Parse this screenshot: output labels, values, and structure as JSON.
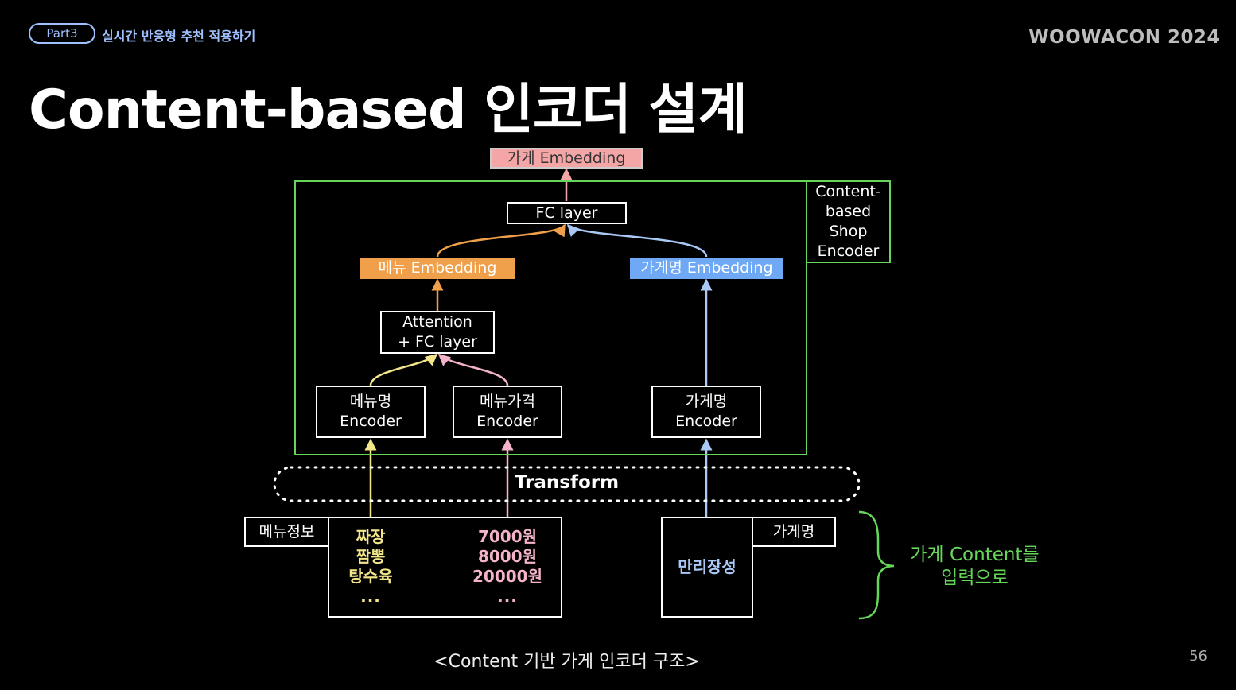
{
  "header": {
    "part_badge": "Part3",
    "breadcrumb": "실시간 반응형 추천 적용하기",
    "brand": "WOOWACON 2024",
    "title": "Content-based 인코더 설계"
  },
  "diagram": {
    "output_embedding": "가게 Embedding",
    "fc_layer": "FC layer",
    "menu_embedding": "메뉴 Embedding",
    "shopname_embedding": "가게명 Embedding",
    "attention_line1": "Attention",
    "attention_line2": "+ FC layer",
    "menuname_encoder_line1": "메뉴명",
    "menuname_encoder_line2": "Encoder",
    "menuprice_encoder_line1": "메뉴가격",
    "menuprice_encoder_line2": "Encoder",
    "shopname_encoder_line1": "가게명",
    "shopname_encoder_line2": "Encoder",
    "encoder_label_line1": "Content-",
    "encoder_label_line2": "based",
    "encoder_label_line3": "Shop",
    "encoder_label_line4": "Encoder",
    "transform": "Transform",
    "menu_info_label": "메뉴정보",
    "menu_names": [
      "짜장",
      "짬뽕",
      "탕수육",
      "..."
    ],
    "menu_prices": [
      "7000원",
      "8000원",
      "20000원",
      "..."
    ],
    "shopname_label": "가게명",
    "shopname_value": "만리장성",
    "input_note_line1": "가게 Content를",
    "input_note_line2": "입력으로",
    "caption": "<Content 기반 가게 인코더 구조>"
  },
  "page_number": "56",
  "colors": {
    "background": "#000000",
    "accent_blue": "#9fc1ff",
    "green": "#66d65a",
    "pink_fill": "#f4a6a6",
    "orange_fill": "#f0a04b",
    "blue_fill": "#6fa8f5",
    "yellow_text": "#f3e58a",
    "pink_text": "#f4b3c8",
    "shop_text": "#a9c8f5"
  }
}
